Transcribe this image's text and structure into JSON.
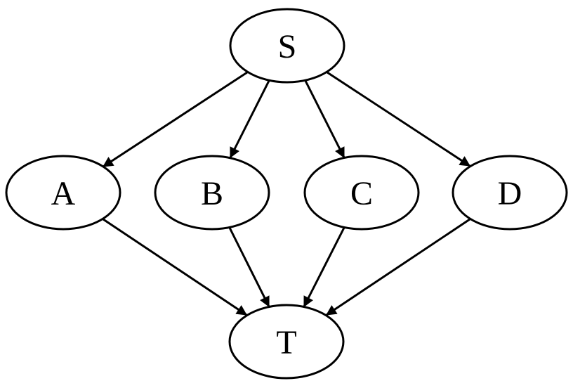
{
  "diagram": {
    "type": "directed-graph",
    "background_color": "#ffffff",
    "stroke_color": "#000000",
    "text_color": "#000000",
    "nodes": {
      "S": {
        "label": "S"
      },
      "A": {
        "label": "A"
      },
      "B": {
        "label": "B"
      },
      "C": {
        "label": "C"
      },
      "D": {
        "label": "D"
      },
      "T": {
        "label": "T"
      }
    },
    "edges": [
      {
        "from": "S",
        "to": "A"
      },
      {
        "from": "S",
        "to": "B"
      },
      {
        "from": "S",
        "to": "C"
      },
      {
        "from": "S",
        "to": "D"
      },
      {
        "from": "A",
        "to": "T"
      },
      {
        "from": "B",
        "to": "T"
      },
      {
        "from": "C",
        "to": "T"
      },
      {
        "from": "D",
        "to": "T"
      }
    ]
  }
}
